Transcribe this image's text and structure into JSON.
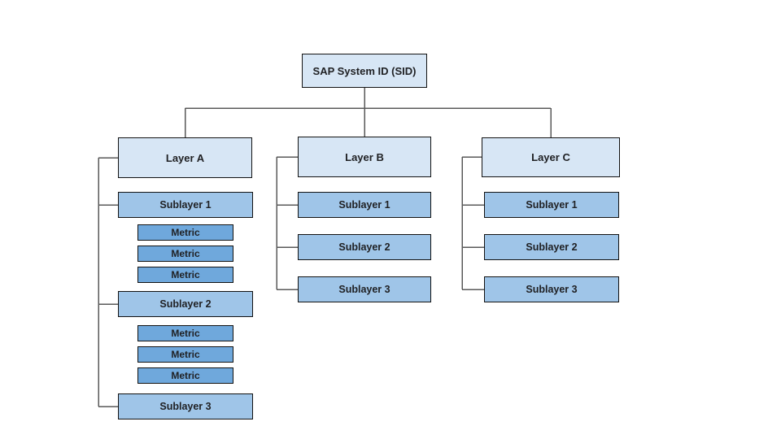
{
  "diagram": {
    "root": {
      "label": "SAP System ID (SID)"
    },
    "columns": [
      {
        "layer": {
          "label": "Layer A"
        },
        "items": [
          {
            "type": "sublayer",
            "label": "Sublayer 1"
          },
          {
            "type": "metric",
            "label": "Metric"
          },
          {
            "type": "metric",
            "label": "Metric"
          },
          {
            "type": "metric",
            "label": "Metric"
          },
          {
            "type": "sublayer",
            "label": "Sublayer 2"
          },
          {
            "type": "metric",
            "label": "Metric"
          },
          {
            "type": "metric",
            "label": "Metric"
          },
          {
            "type": "metric",
            "label": "Metric"
          },
          {
            "type": "sublayer",
            "label": "Sublayer 3"
          }
        ]
      },
      {
        "layer": {
          "label": "Layer B"
        },
        "items": [
          {
            "type": "sublayer",
            "label": "Sublayer 1"
          },
          {
            "type": "sublayer",
            "label": "Sublayer 2"
          },
          {
            "type": "sublayer",
            "label": "Sublayer 3"
          }
        ]
      },
      {
        "layer": {
          "label": "Layer C"
        },
        "items": [
          {
            "type": "sublayer",
            "label": "Sublayer 1"
          },
          {
            "type": "sublayer",
            "label": "Sublayer 2"
          },
          {
            "type": "sublayer",
            "label": "Sublayer 3"
          }
        ]
      }
    ],
    "colors": {
      "background": "#ffffff",
      "root_fill": "#d7e6f5",
      "layer_fill": "#d7e6f5",
      "sublayer_fill": "#9fc5e8",
      "metric_fill": "#6fa8dc",
      "border": "#121212",
      "connector": "#595959",
      "text": "#202124"
    }
  }
}
